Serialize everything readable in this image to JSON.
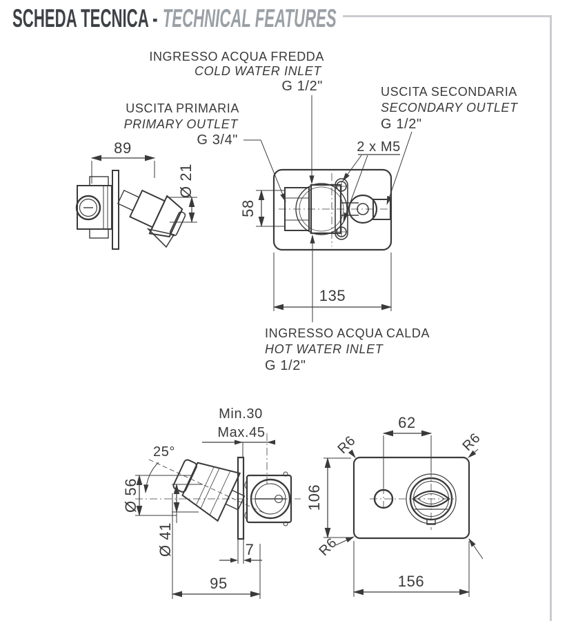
{
  "header": {
    "title_primary": "SCHEDA TECNICA -",
    "title_secondary": "TECHNICAL FEATURES"
  },
  "callouts": {
    "cold_water_inlet": {
      "it": "INGRESSO ACQUA FREDDA",
      "en": "COLD WATER INLET",
      "thread": "G 1/2\""
    },
    "primary_outlet": {
      "it": "USCITA PRIMARIA",
      "en": "PRIMARY OUTLET",
      "thread": "G 3/4\""
    },
    "secondary_outlet": {
      "it": "USCITA SECONDARIA",
      "en": "SECONDARY OUTLET",
      "thread": "G 1/2\""
    },
    "hot_water_inlet": {
      "it": "INGRESSO ACQUA CALDA",
      "en": "HOT WATER INLET",
      "thread": "G 1/2\""
    },
    "screws": "2 x M5"
  },
  "dims": {
    "side_top": {
      "width": "89",
      "handle_diameter": "Ø 21"
    },
    "front_top": {
      "body_height": "58",
      "inlet_spacing": "135"
    },
    "side_bottom": {
      "depth_min": "Min.30",
      "depth_max": "Max.45",
      "handle_angle": "25°",
      "handle_diameter": "Ø 56",
      "trim_diameter": "Ø 41",
      "plate_thickness": "7",
      "total_depth": "95"
    },
    "front_bottom": {
      "center_offset": "62",
      "corner_radius_tl": "R6",
      "corner_radius_tr": "R6",
      "corner_radius_bl": "R6",
      "plate_height": "106",
      "plate_width": "156"
    }
  },
  "colors": {
    "line": "#3a3a3a",
    "title_dark": "#3d4146",
    "title_gray": "#9aa0a6",
    "rule": "#caccd1"
  }
}
